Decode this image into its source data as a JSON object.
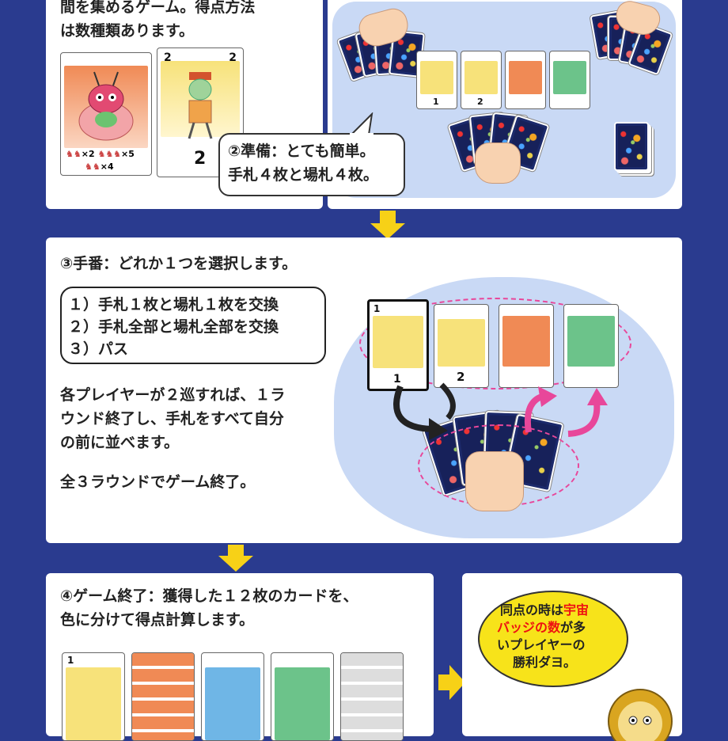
{
  "step1": {
    "text_line1": "間を集めるゲーム。得点方法",
    "text_line2": "は数種類あります。",
    "card_a": {
      "num_l": "",
      "num_r": "",
      "score1": "×2",
      "score2": "×5",
      "score3": "×4",
      "color": "#f08a55"
    },
    "card_b": {
      "num_l": "2",
      "num_r": "2",
      "bottom": "2",
      "color": "#f7e27a"
    }
  },
  "step2": {
    "bubble_line1": "②準備：とても簡単。",
    "bubble_line2": "手札４枚と場札４枚。",
    "field_cards": [
      {
        "num": "1",
        "color": "#f7e27a"
      },
      {
        "num": "2",
        "color": "#f7e27a"
      },
      {
        "num": "",
        "color": "#f08a55"
      },
      {
        "num": "",
        "color": "#6cc38a"
      }
    ]
  },
  "step3": {
    "title": "③手番：どれか１つを選択します。",
    "options": [
      "１）手札１枚と場札１枚を交換",
      "２）手札全部と場札全部を交換",
      "３）パス"
    ],
    "para1_line1": "各プレイヤーが２巡すれば、１ラ",
    "para1_line2": "ウンド終了し、手札をすべて自分",
    "para1_line3": "の前に並べます。",
    "para2": "全３ラウンドでゲーム終了。",
    "field_cards": [
      {
        "num": "1",
        "color": "#f7e27a"
      },
      {
        "num": "2",
        "color": "#f7e27a"
      },
      {
        "num": "",
        "color": "#f08a55"
      },
      {
        "num": "",
        "color": "#6cc38a"
      }
    ]
  },
  "step4": {
    "title_line1": "④ゲーム終了：獲得した１２枚のカードを、",
    "title_line2": "色に分けて得点計算します。",
    "score_cards": [
      {
        "num": "1",
        "color": "#f7e27a"
      },
      {
        "num": "",
        "color": "#f08a55"
      },
      {
        "num": "",
        "color": "#6fb6e6"
      },
      {
        "num": "",
        "color": "#6cc38a"
      },
      {
        "num": "",
        "color": "#dddddd"
      }
    ]
  },
  "tie": {
    "line1_a": "同点の時は",
    "line1_b": "宇宙",
    "line2_a": "バッジの数",
    "line2_b": "が多",
    "line3": "いプレイヤーの",
    "line4": "勝利ダヨ。"
  },
  "colors": {
    "background": "#2a3b8f",
    "arrow": "#f7d117",
    "table": "#c9d9f5",
    "dashed": "#e8479a",
    "bubble_yellow": "#f7e31a"
  }
}
